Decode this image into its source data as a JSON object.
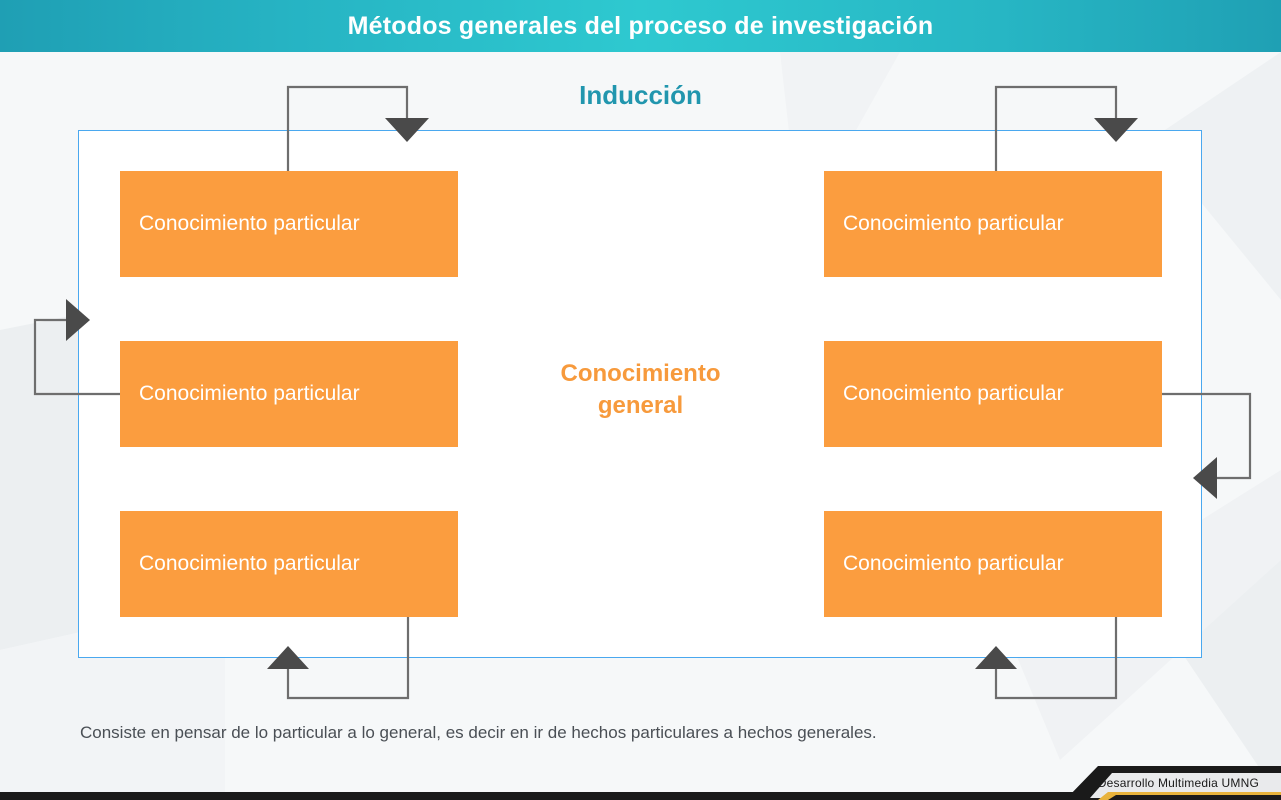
{
  "header": {
    "title": "Métodos generales del proceso de investigación",
    "gradient_left": "#1f9fb4",
    "gradient_center": "#2ec9d0",
    "gradient_right": "#1fa0b4"
  },
  "section": {
    "title": "Inducción",
    "title_color": "#2196ae"
  },
  "panel": {
    "border_color": "#4aa8ef",
    "background": "#ffffff"
  },
  "center": {
    "line1": "Conocimiento",
    "line2": "general",
    "color": "#f79a3c"
  },
  "boxes": {
    "color": "#fb9d3f",
    "text_color": "#ffffff",
    "left": [
      {
        "label": "Conocimiento particular"
      },
      {
        "label": "Conocimiento particular"
      },
      {
        "label": "Conocimiento particular"
      }
    ],
    "right": [
      {
        "label": "Conocimiento particular"
      },
      {
        "label": "Conocimiento particular"
      },
      {
        "label": "Conocimiento particular"
      }
    ]
  },
  "connectors": {
    "line_color": "#6e6e6e",
    "arrow_color": "#4a4a4a",
    "items": [
      {
        "name": "arrow-top-left",
        "direction": "down"
      },
      {
        "name": "arrow-top-right",
        "direction": "down"
      },
      {
        "name": "arrow-middle-left",
        "direction": "right"
      },
      {
        "name": "arrow-middle-right",
        "direction": "left"
      },
      {
        "name": "arrow-bottom-left",
        "direction": "up"
      },
      {
        "name": "arrow-bottom-right",
        "direction": "up"
      }
    ]
  },
  "caption": {
    "text": "Consiste en pensar de lo particular a lo general, es decir en ir de hechos particulares a hechos generales."
  },
  "footer": {
    "credit": "Desarrollo Multimedia UMNG",
    "band_color": "#1a1a1a",
    "inner_color": "#e6e7e8",
    "accent_color": "#e8b33c"
  }
}
